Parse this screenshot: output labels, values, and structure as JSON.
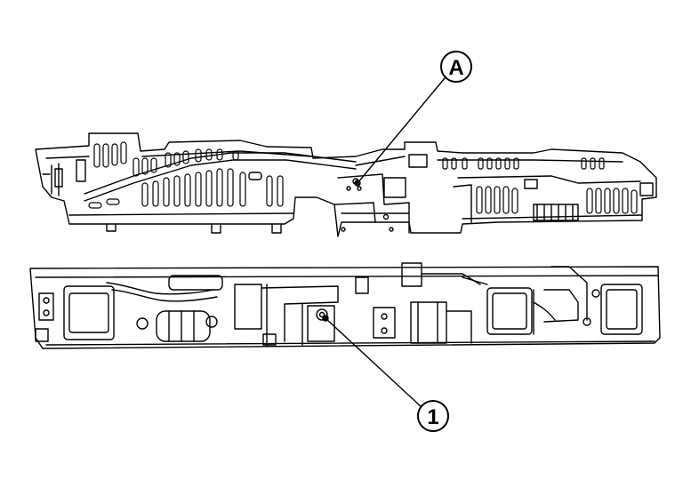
{
  "callouts": [
    {
      "id": "A",
      "label": "A"
    },
    {
      "id": "1",
      "label": "1"
    }
  ],
  "colors": {
    "line": "#000000",
    "fill": "#ffffff"
  },
  "icons": [
    "upper-cover-assembly",
    "lower-battery-assembly",
    "connector-bracket",
    "bolt"
  ]
}
